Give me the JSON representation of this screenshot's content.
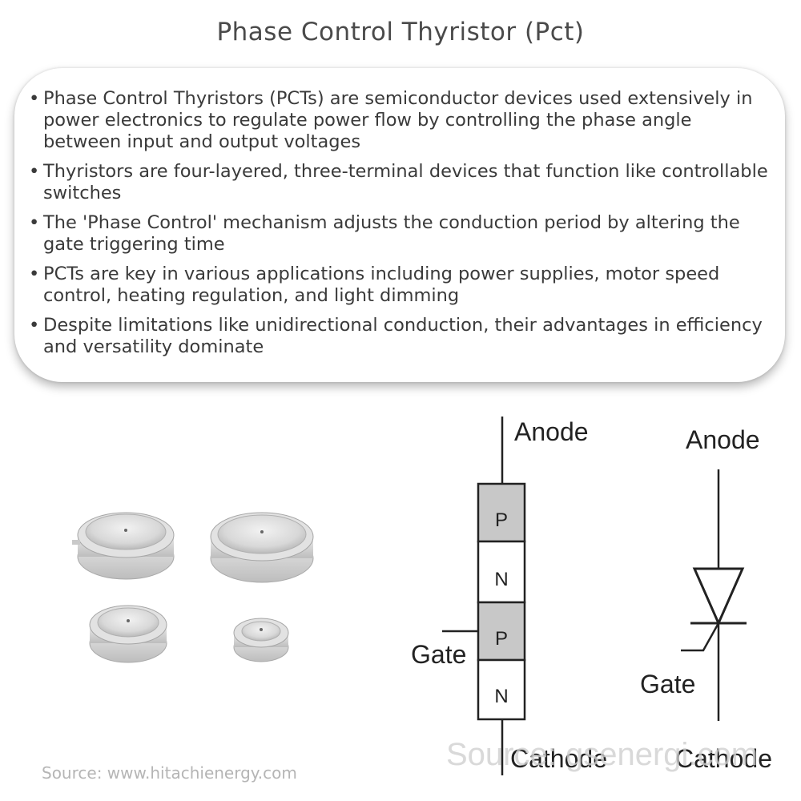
{
  "title": "Phase Control Thyristor (Pct)",
  "bullets": [
    "Phase Control Thyristors (PCTs) are semiconductor devices used extensively in power electronics to regulate power flow by controlling the phase angle between input and output voltages",
    "Thyristors are four-layered, three-terminal devices that function like controllable switches",
    "The 'Phase Control' mechanism adjusts the conduction period by altering the gate triggering time",
    "PCTs are key in various applications including power supplies, motor speed control, heating regulation, and light dimming",
    "Despite limitations like unidirectional conduction, their advantages in efficiency and versatility dominate"
  ],
  "source_left": "Source: www.hitachienergy.com",
  "source_right": "Source: gsenergi.com",
  "layer_diagram": {
    "anode": "Anode",
    "gate": "Gate",
    "cathode": "Cathode",
    "layers": [
      "P",
      "N",
      "P",
      "N"
    ]
  },
  "symbol_diagram": {
    "anode": "Anode",
    "gate": "Gate",
    "cathode": "Cathode"
  },
  "colors": {
    "layer_p": "#c8c8c8",
    "layer_n": "#ffffff",
    "device_metal": "#d6d6d6"
  }
}
